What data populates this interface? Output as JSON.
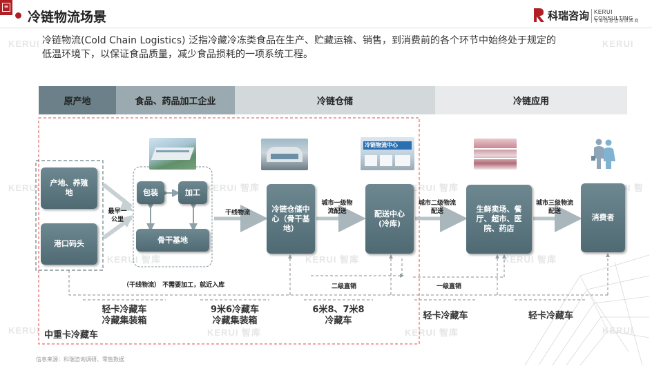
{
  "header": {
    "corner_icon": "document-icon",
    "title": "冷链物流场景",
    "logo_cn": "科瑞咨询",
    "logo_en": "KERUI CONSULTING",
    "logo_tagline": "专业信息咨询供应商",
    "brand_color": "#b01f24"
  },
  "intro": {
    "line1": "冷链物流(Cold Chain Logistics) 泛指冷藏冷冻类食品在生产、贮藏运输、销售，到消费前的各个环节中始终处于规定的",
    "line2": "低温环境下，以保证食品质量，减少食品损耗的一项系统工程。"
  },
  "watermark": "KERUI 智库",
  "watermark_short": "KERUI",
  "phases": [
    "原产地",
    "食品、药品加工企业",
    "冷链仓储",
    "冷链应用"
  ],
  "nodes": {
    "origin": "产地、养殖地",
    "port": "港口码头",
    "packaging": "包装",
    "processing": "加工",
    "trunk_base": "骨干基地",
    "cold_storage": "冷链仓储中心（骨干基地）",
    "distribution": "配送中心(冷库)",
    "retail": "生鲜卖场、餐厅、超市、医院、药店",
    "consumer": "消费者"
  },
  "edge_labels": {
    "first_mile": "最早一公里",
    "trunk": "干线物流",
    "city_1": "城市一级物流配送",
    "city_2": "城市二级物流配送",
    "city_3": "城市三级物流配送",
    "bypass": "（干线物流） 不需要加工，就近入库",
    "direct_2": "二级直销",
    "direct_1": "一级直销"
  },
  "vehicles": {
    "v1a": "轻卡冷藏车",
    "v1b": "冷藏集装箱",
    "v2a": "9米6冷藏车",
    "v2b": "冷藏集装箱",
    "v3a": "6米8、7米8",
    "v3b": "冷藏车",
    "v4": "轻卡冷藏车",
    "v5": "轻卡冷藏车",
    "heavy": "中重卡冷藏车"
  },
  "photos": {
    "warehouse_sign": "冷链物流中心",
    "icons": [
      "factory-photo",
      "warehouse-photo",
      "distribution-center-photo",
      "supermarket-fridge-photo",
      "consumers-icon"
    ]
  },
  "source": "信息来源：科瑞咨询调研、零售数据"
}
